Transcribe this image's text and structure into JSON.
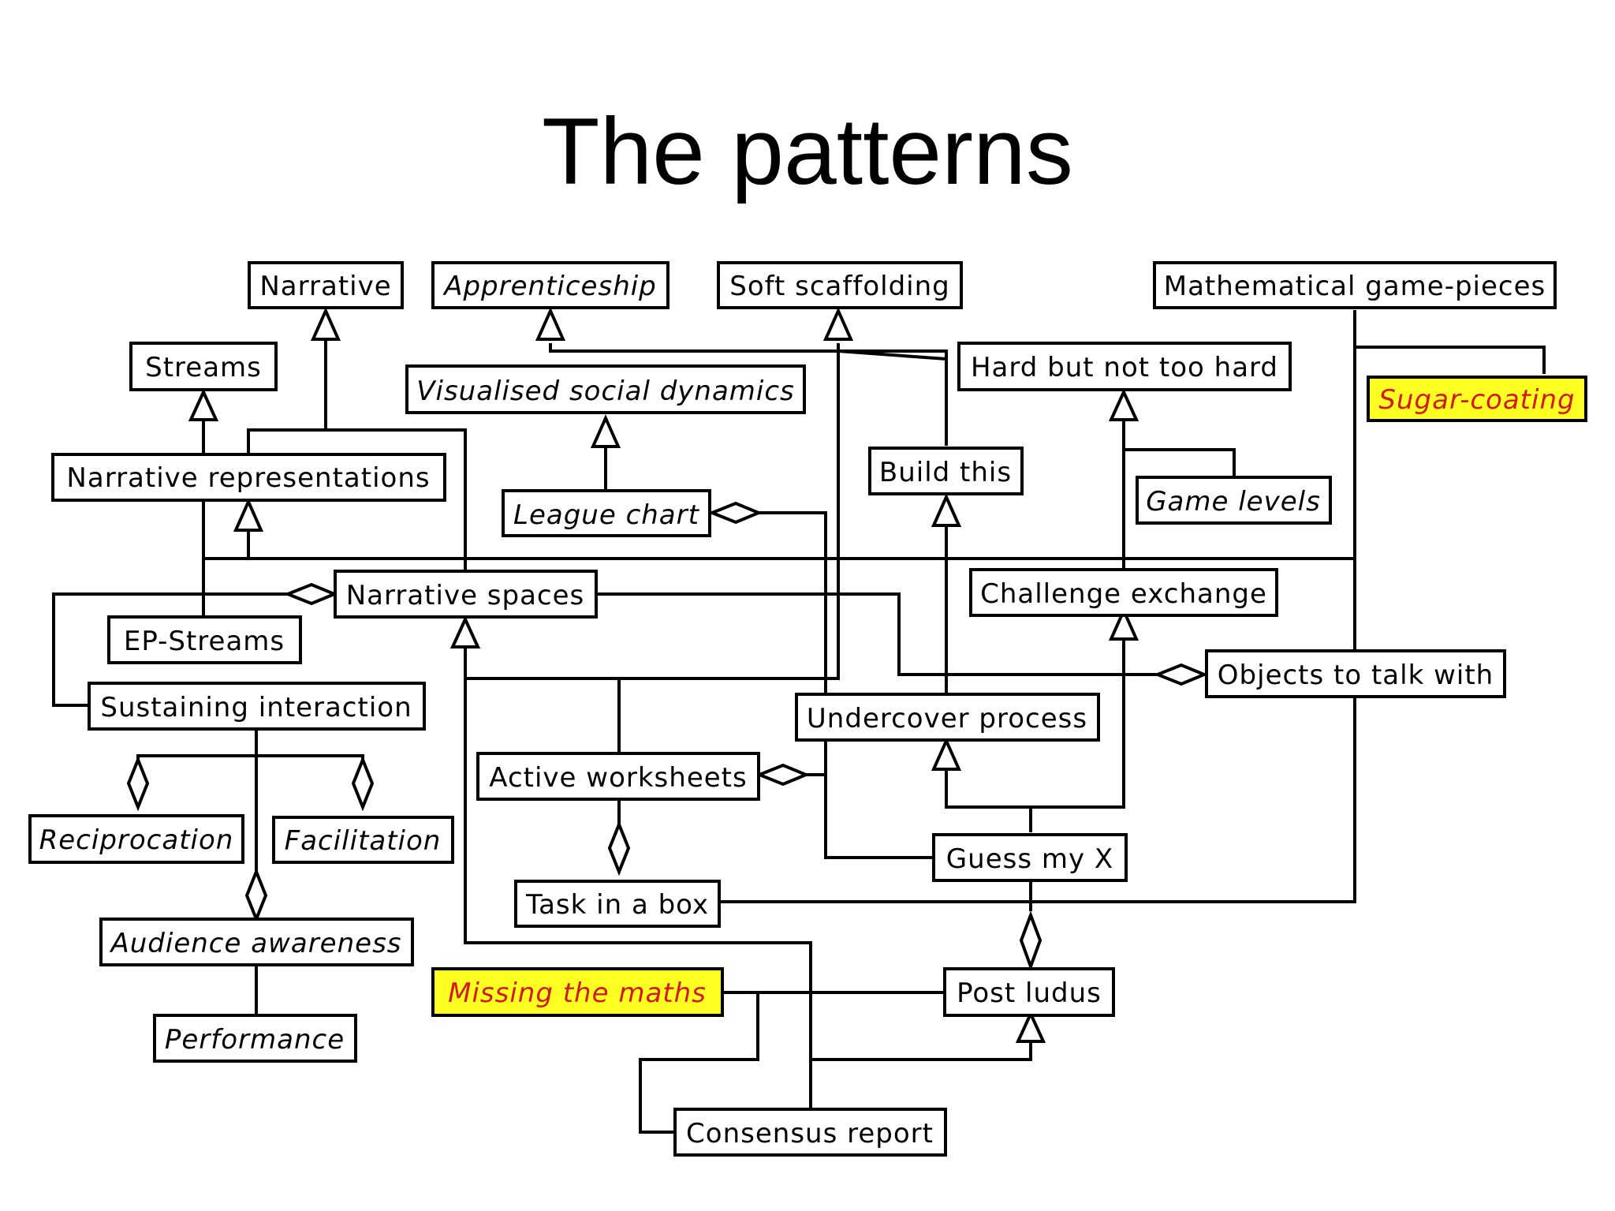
{
  "title": "The patterns",
  "colors": {
    "highlight_fill": "#ffff22",
    "highlight_text": "#d11a1a",
    "line": "#000000"
  },
  "patterns": {
    "narrative": "Narrative",
    "apprenticeship": "Apprenticeship",
    "soft_scaffolding": "Soft scaffolding",
    "mathematical_game_pieces": "Mathematical game-pieces",
    "streams": "Streams",
    "visualised_social_dynamics": "Visualised social dynamics",
    "hard_but_not_too_hard": "Hard but not too hard",
    "sugar_coating": "Sugar-coating",
    "narrative_representations": "Narrative representations",
    "build_this": "Build this",
    "league_chart": "League chart",
    "game_levels": "Game levels",
    "narrative_spaces": "Narrative spaces",
    "challenge_exchange": "Challenge exchange",
    "ep_streams": "EP-Streams",
    "objects_to_talk_with": "Objects to talk with",
    "sustaining_interaction": "Sustaining interaction",
    "undercover_process": "Undercover process",
    "active_worksheets": "Active worksheets",
    "reciprocation": "Reciprocation",
    "facilitation": "Facilitation",
    "guess_my_x": "Guess my X",
    "task_in_a_box": "Task in a box",
    "audience_awareness": "Audience awareness",
    "missing_the_maths": "Missing the maths",
    "post_ludus": "Post ludus",
    "performance": "Performance",
    "consensus_report": "Consensus report"
  }
}
